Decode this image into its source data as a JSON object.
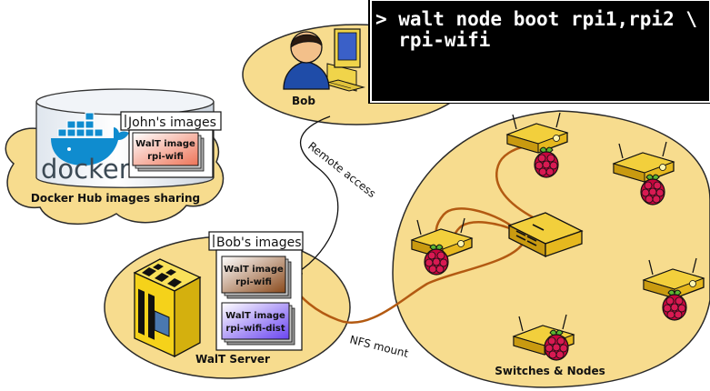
{
  "terminal": {
    "line1": "> walt node boot rpi1,rpi2 \\",
    "line2": "  rpi-wifi"
  },
  "labels": {
    "bob": "Bob",
    "docker_logo": "docker",
    "docker_sharing": "Docker Hub images sharing",
    "walt_server": "WalT Server",
    "switches_nodes": "Switches & Nodes",
    "remote_access": "Remote access",
    "nfs_mount": "NFS mount"
  },
  "johns_images": {
    "title": "John's images",
    "card_line1": "WalT image",
    "card_line2": "rpi-wifi"
  },
  "bobs_images": {
    "title": "Bob's images",
    "card1_line1": "WalT image",
    "card1_line2": "rpi-wifi",
    "card2_line1": "WalT image",
    "card2_line2": "rpi-wifi-dist"
  },
  "colors": {
    "cloud_fill": "#f7dc8e",
    "cloud_stroke": "#2a2a2a",
    "terminal_bg": "#000000",
    "terminal_text": "#ffffff",
    "cable": "#b35a12",
    "server_yellow": "#f5d21a",
    "raspberry": "#c7053d",
    "leaf": "#5cb531",
    "docker_blue": "#0f8ccf"
  },
  "icons": [
    "user-icon",
    "computer-icon",
    "docker-logo-icon",
    "walt-server-icon",
    "switch-icon",
    "raspberry-pi-icon"
  ]
}
